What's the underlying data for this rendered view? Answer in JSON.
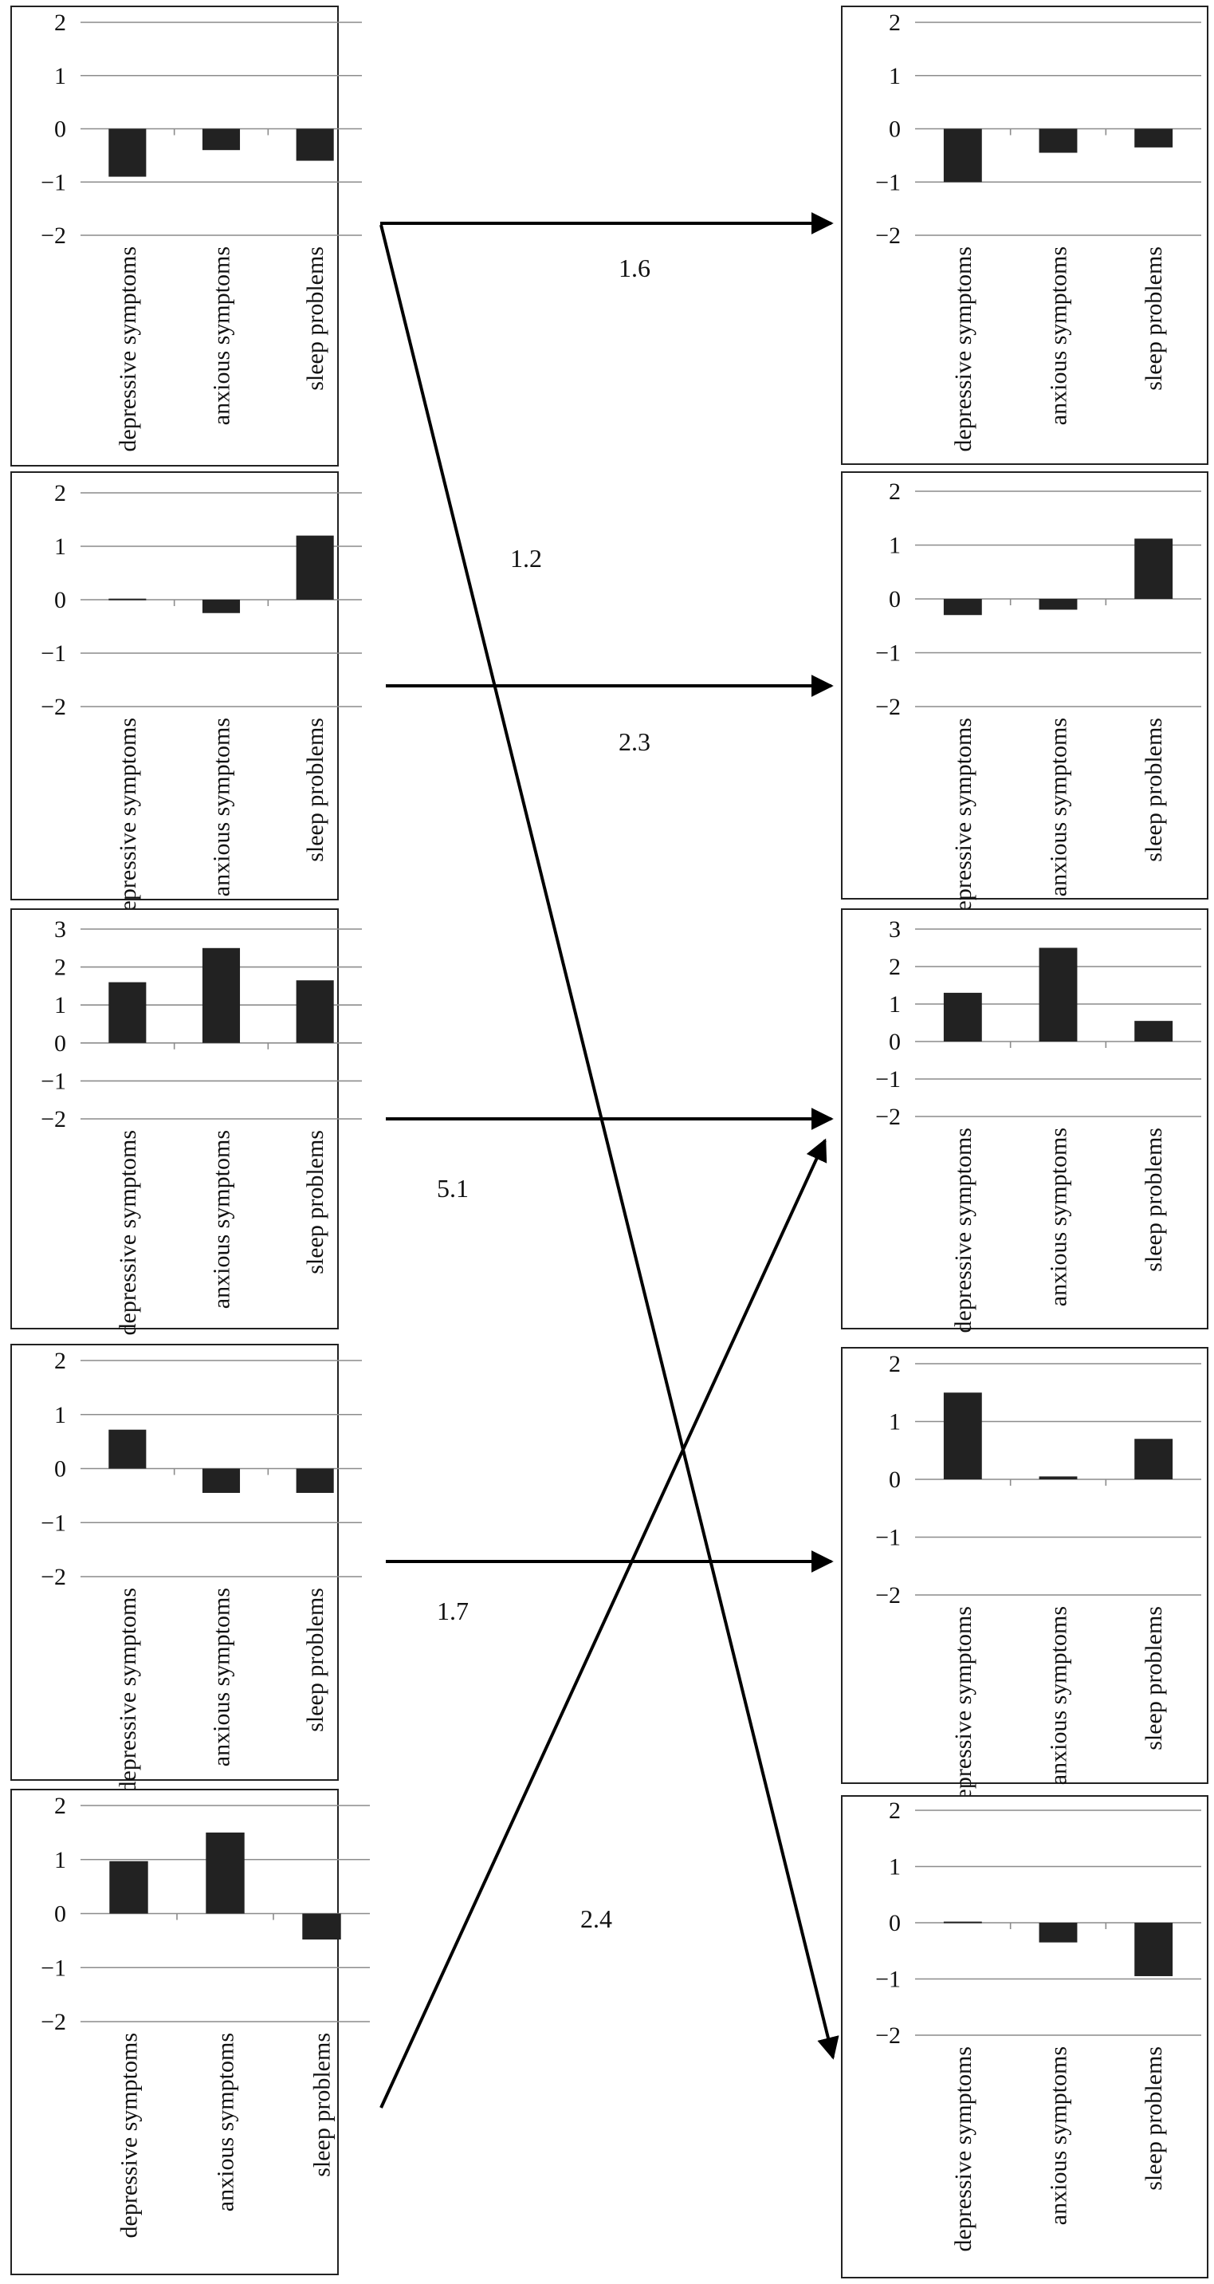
{
  "chart_data": [
    {
      "type": "bar",
      "panel": "left-1",
      "categories": [
        "depressive symptoms",
        "anxious symptoms",
        "sleep problems"
      ],
      "values": [
        -0.9,
        -0.4,
        -0.6
      ],
      "ylim": [
        -2,
        2
      ],
      "yticks": [
        "2",
        "1",
        "0",
        "−1",
        "−2"
      ],
      "grid": true
    },
    {
      "type": "bar",
      "panel": "left-2",
      "categories": [
        "depressive symptoms",
        "anxious symptoms",
        "sleep problems"
      ],
      "values": [
        0.02,
        -0.25,
        1.2
      ],
      "ylim": [
        -2,
        2
      ],
      "yticks": [
        "2",
        "1",
        "0",
        "−1",
        "−2"
      ],
      "grid": true
    },
    {
      "type": "bar",
      "panel": "left-3",
      "categories": [
        "depressive symptoms",
        "anxious symptoms",
        "sleep problems"
      ],
      "values": [
        1.6,
        2.5,
        1.65
      ],
      "ylim": [
        -2,
        3
      ],
      "yticks": [
        "3",
        "2",
        "1",
        "0",
        "−1",
        "−2"
      ],
      "grid": true
    },
    {
      "type": "bar",
      "panel": "left-4",
      "categories": [
        "depressive symptoms",
        "anxious symptoms",
        "sleep problems"
      ],
      "values": [
        0.72,
        -0.45,
        -0.45
      ],
      "ylim": [
        -2,
        2
      ],
      "yticks": [
        "2",
        "1",
        "0",
        "−1",
        "−2"
      ],
      "grid": true
    },
    {
      "type": "bar",
      "panel": "left-5",
      "categories": [
        "depressive symptoms",
        "anxious symptoms",
        "sleep problems"
      ],
      "values": [
        0.97,
        1.5,
        -0.48
      ],
      "ylim": [
        -2,
        2
      ],
      "yticks": [
        "2",
        "1",
        "0",
        "−1",
        "−2"
      ],
      "grid": true
    },
    {
      "type": "bar",
      "panel": "right-1",
      "categories": [
        "depressive symptoms",
        "anxious symptoms",
        "sleep problems"
      ],
      "values": [
        -1.0,
        -0.45,
        -0.35
      ],
      "ylim": [
        -2,
        2
      ],
      "yticks": [
        "2",
        "1",
        "0",
        "−1",
        "−2"
      ],
      "grid": true
    },
    {
      "type": "bar",
      "panel": "right-2",
      "categories": [
        "depressive symptoms",
        "anxious symptoms",
        "sleep problems"
      ],
      "values": [
        -0.3,
        -0.2,
        1.12
      ],
      "ylim": [
        -2,
        2
      ],
      "yticks": [
        "2",
        "1",
        "0",
        "−1",
        "−2"
      ],
      "grid": true
    },
    {
      "type": "bar",
      "panel": "right-3",
      "categories": [
        "depressive symptoms",
        "anxious symptoms",
        "sleep problems"
      ],
      "values": [
        1.3,
        2.5,
        0.55
      ],
      "ylim": [
        -2,
        3
      ],
      "yticks": [
        "3",
        "2",
        "1",
        "0",
        "−1",
        "−2"
      ],
      "grid": true
    },
    {
      "type": "bar",
      "panel": "right-4",
      "categories": [
        "depressive symptoms",
        "anxious symptoms",
        "sleep problems"
      ],
      "values": [
        1.5,
        0.05,
        0.7
      ],
      "ylim": [
        -2,
        2
      ],
      "yticks": [
        "2",
        "1",
        "0",
        "−1",
        "−2"
      ],
      "grid": true
    },
    {
      "type": "bar",
      "panel": "right-5",
      "categories": [
        "depressive symptoms",
        "anxious symptoms",
        "sleep problems"
      ],
      "values": [
        0.02,
        -0.35,
        -0.95
      ],
      "ylim": [
        -2,
        2
      ],
      "yticks": [
        "2",
        "1",
        "0",
        "−1",
        "−2"
      ],
      "grid": true
    }
  ],
  "transitions": [
    {
      "from": "left-1",
      "to": "right-1",
      "label": "1.6"
    },
    {
      "from": "left-1",
      "to": "right-5",
      "label": "1.2"
    },
    {
      "from": "left-2",
      "to": "right-2",
      "label": "2.3"
    },
    {
      "from": "left-3",
      "to": "right-3",
      "label": "5.1"
    },
    {
      "from": "left-4",
      "to": "right-4",
      "label": "1.7"
    },
    {
      "from": "left-5",
      "to": "right-3",
      "label": "2.4"
    }
  ]
}
